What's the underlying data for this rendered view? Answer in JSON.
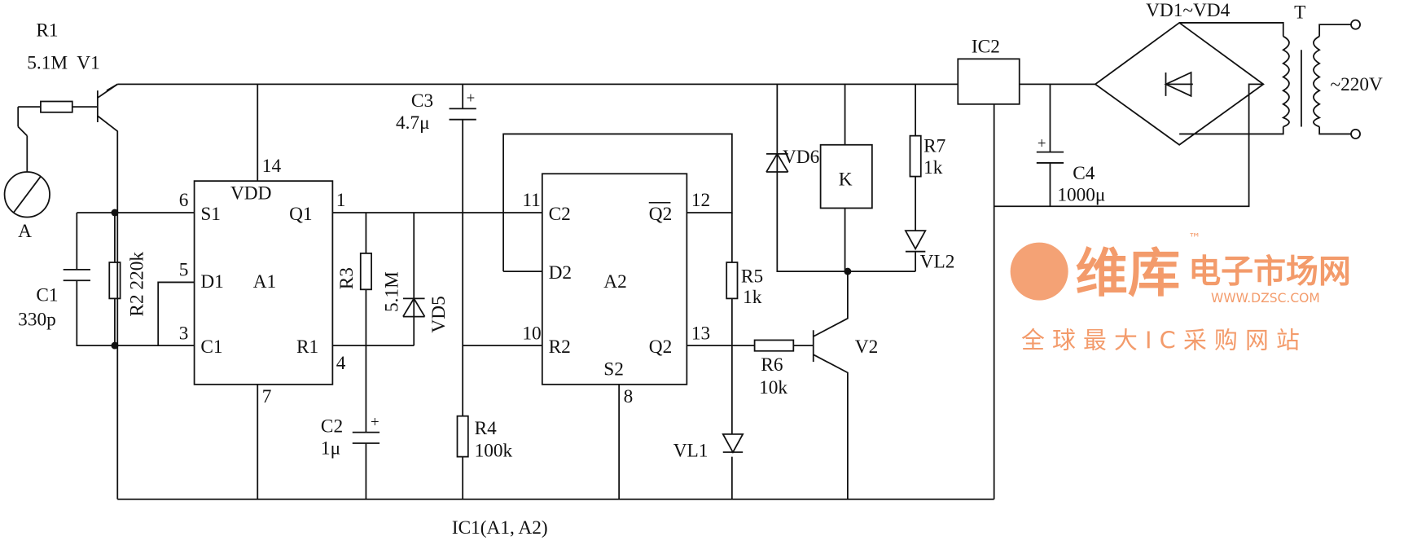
{
  "title": "IC1(A1, A2)",
  "components": {
    "r1": {
      "name": "R1",
      "value": "5.1M"
    },
    "v1": "V1",
    "sensor": "A",
    "c1": {
      "name": "C1",
      "value": "330p"
    },
    "r2": "R2 220k",
    "a1": {
      "name": "A1",
      "pins": {
        "s1": "S1",
        "d1": "D1",
        "c1": "C1",
        "vdd": "VDD",
        "q1": "Q1",
        "r1": "R1",
        "n6": "6",
        "n5": "5",
        "n3": "3",
        "n14": "14",
        "n7": "7",
        "n1": "1",
        "n4": "4"
      }
    },
    "r3": {
      "name": "R3",
      "value": "5.1M"
    },
    "vd5": "VD5",
    "c2": {
      "name": "C2",
      "value": "1μ"
    },
    "c3": {
      "name": "C3",
      "value": "4.7μ"
    },
    "r4": {
      "name": "R4",
      "value": "100k"
    },
    "a2": {
      "name": "A2",
      "pins": {
        "c2": "C2",
        "d2": "D2",
        "r2": "R2",
        "q2bar": "Q2",
        "q2": "Q2",
        "s2": "S2",
        "n11": "11",
        "n10": "10",
        "n12": "12",
        "n13": "13",
        "n8": "8"
      }
    },
    "r5": {
      "name": "R5",
      "value": "1k"
    },
    "vl1": "VL1",
    "r6": {
      "name": "R6",
      "value": "10k"
    },
    "v2": "V2",
    "vd6": "VD6",
    "k": "K",
    "r7": {
      "name": "R7",
      "value": "1k"
    },
    "vl2": "VL2",
    "ic2": "IC2",
    "c4": {
      "name": "C4",
      "value": "1000μ"
    },
    "bridge": "VD1~VD4",
    "t": "T",
    "mains": "~220V",
    "plus": "+"
  },
  "watermark": {
    "brand": "维库",
    "brand2": "电子市场网",
    "tm": "™",
    "url": "WWW.DZSC.COM",
    "slogan": "全 球 最 大 I C 采 购 网 站"
  }
}
